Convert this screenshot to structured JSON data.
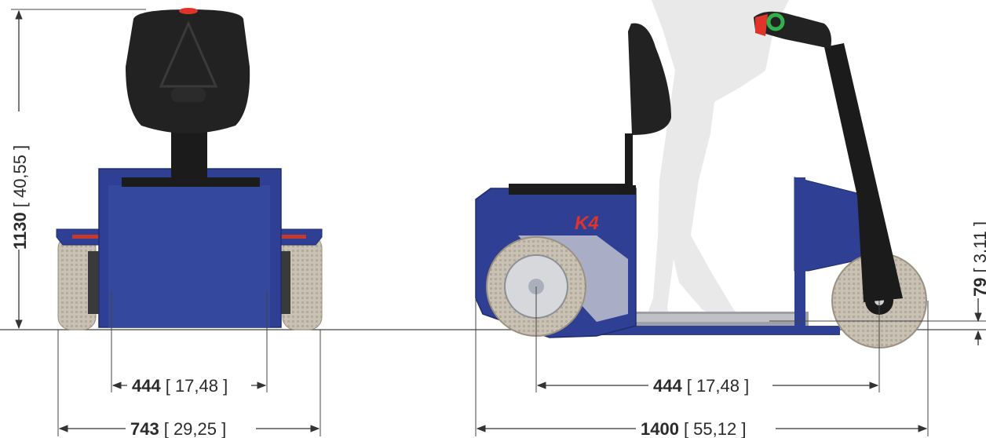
{
  "colors": {
    "body_blue": "#2e3f94",
    "body_blue_dark": "#1f2d70",
    "black": "#1b1b1b",
    "tire": "#c7bfb2",
    "brand_red": "#e0342b",
    "handle_green": "#33b04a",
    "silhouette": "#e8e8e8",
    "dim_line": "#333333"
  },
  "brand": {
    "logo": "K4"
  },
  "dimensions": {
    "height": {
      "value": "1130",
      "inch": "[ 40,55 ]"
    },
    "front_wheel_spacing": {
      "value": "444",
      "inch": "[ 17,48 ]"
    },
    "width": {
      "value": "743",
      "inch": "[ 29,25 ]"
    },
    "wheelbase": {
      "value": "444",
      "inch": "[ 17,48 ]"
    },
    "length": {
      "value": "1400",
      "inch": "[ 55,12 ]"
    },
    "platform_height": {
      "value": "79",
      "inch": "[ 3,11 ]"
    }
  }
}
